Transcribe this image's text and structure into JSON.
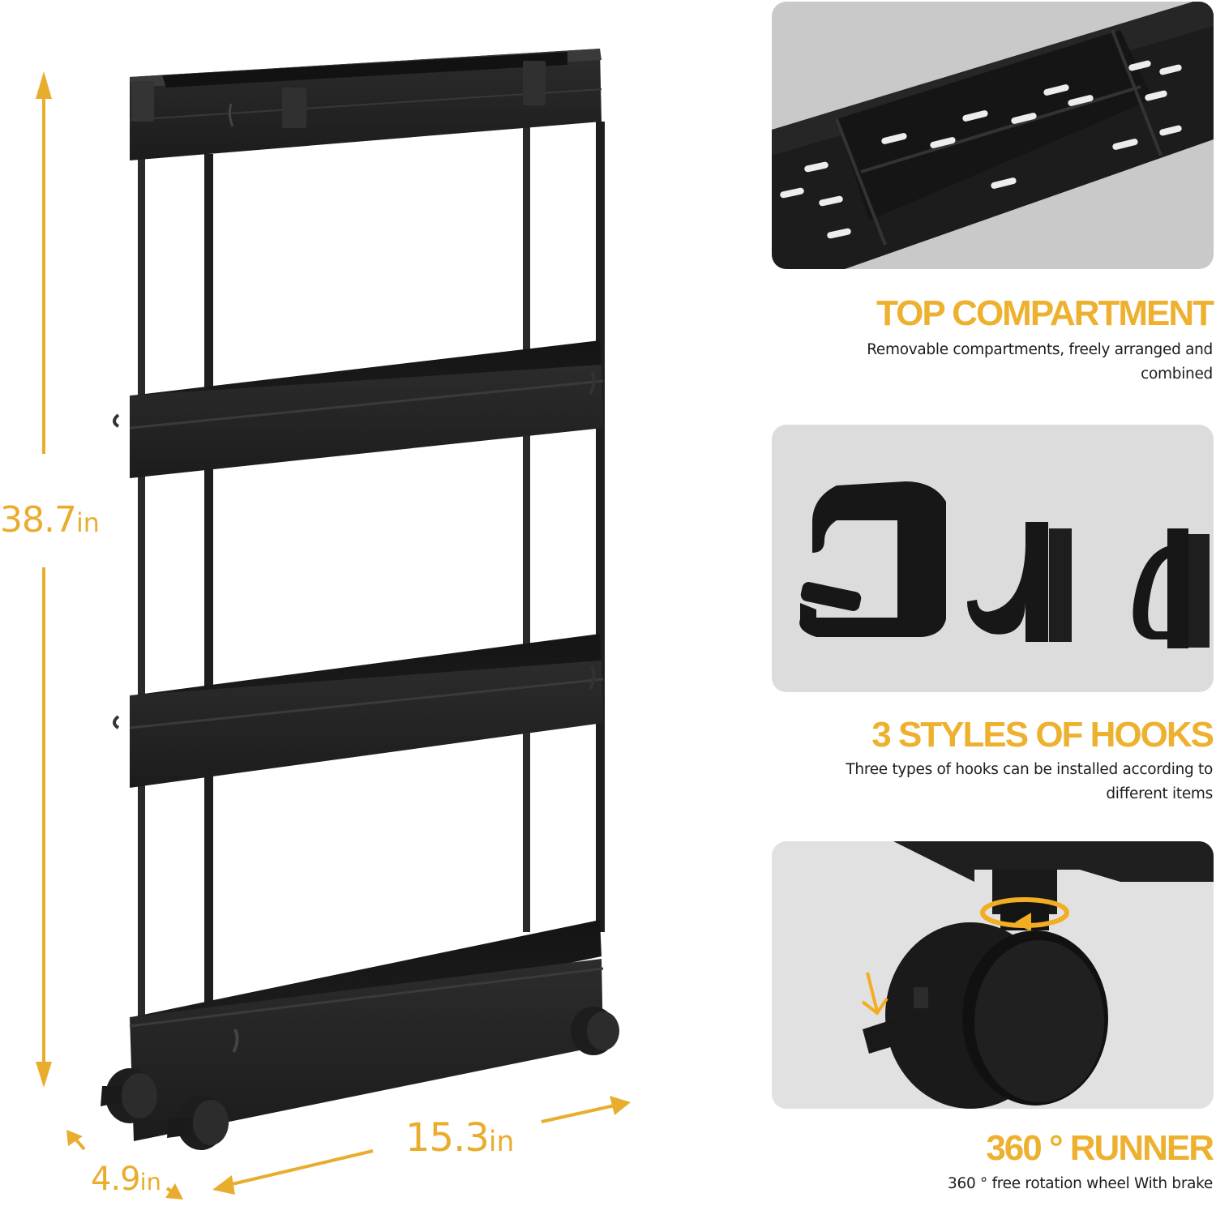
{
  "colors": {
    "accent": "#eeb12f",
    "dimension": "#e9ad2e",
    "product": "#232323",
    "text": "#1d1d1d",
    "panel_bg": "#d9d9d9"
  },
  "product": {
    "tiers": 4,
    "color_name": "black",
    "hooks_on_tiers": true,
    "wheels": 4
  },
  "dimensions": {
    "height": {
      "value": "38.7",
      "unit": "in",
      "arrow": "vertical-double-arrow"
    },
    "width": {
      "value": "15.3",
      "unit": "in",
      "arrow": "diagonal-double-arrow"
    },
    "depth": {
      "value": "4.9",
      "unit": "in",
      "arrow": "diagonal-double-arrow"
    }
  },
  "features": [
    {
      "title": "TOP COMPARTMENT",
      "description": "Removable compartments, freely arranged and combined",
      "image": "top-compartment-photo"
    },
    {
      "title": "3 STYLES OF HOOKS",
      "description": "Three types of hooks can be installed according to different items",
      "image": "hooks-photo",
      "hook_types": [
        "clip-hook",
        "j-hook",
        "s-hook"
      ]
    },
    {
      "title": "360 ° RUNNER",
      "description": "360 ° free rotation wheel With brake",
      "image": "caster-wheel-photo"
    }
  ]
}
